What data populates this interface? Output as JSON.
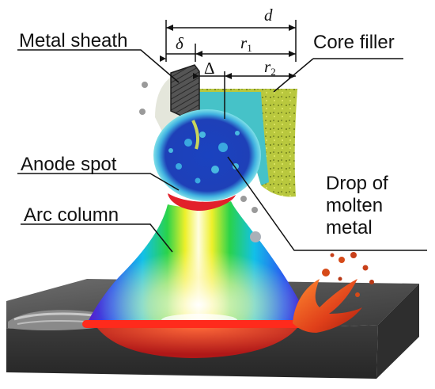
{
  "labels": {
    "metal_sheath": "Metal sheath",
    "core_filler": "Core filler",
    "anode_spot": "Anode spot",
    "arc_column": "Arc column",
    "drop_lines": [
      "Drop of",
      "molten",
      "metal"
    ]
  },
  "dimensions": {
    "d": "d",
    "delta": "δ",
    "r": "r",
    "r1_sub": "1",
    "r2_sub": "2",
    "gap": "Δ"
  },
  "colors": {
    "sheath": "#4a4a4a",
    "core_filler": "#b7c43a",
    "drop_core": "#1a3fb0",
    "drop_rim": "#6ad3e0",
    "anode_spot": "#e2202a",
    "plate": "#4c4c4c",
    "molten": "#e8501c"
  }
}
